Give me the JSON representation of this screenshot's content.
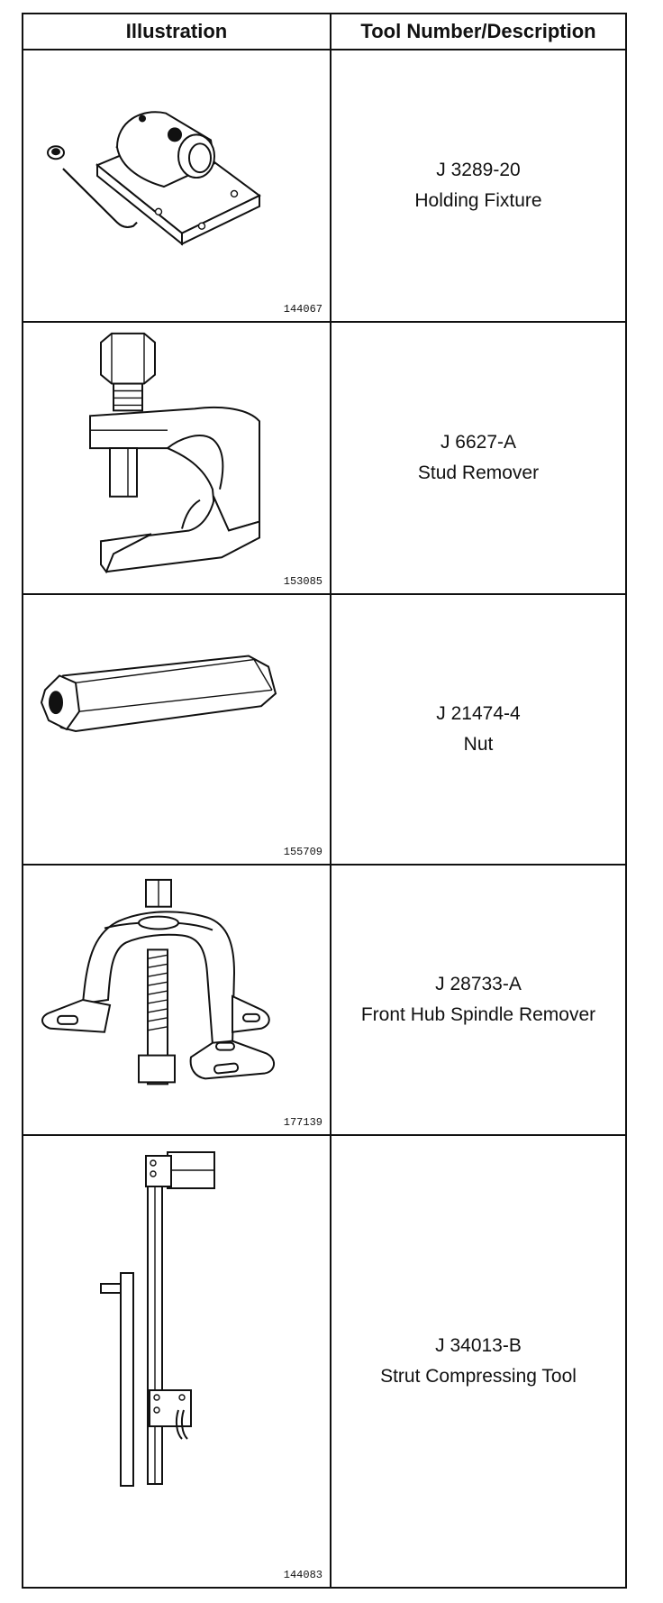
{
  "table": {
    "header": {
      "illustration": "Illustration",
      "description": "Tool Number/Description"
    },
    "rows": [
      {
        "figure_number": "144067",
        "tool_number": "J 3289-20",
        "description": "Holding Fixture",
        "icon": "holding-fixture-illustration"
      },
      {
        "figure_number": "153085",
        "tool_number": "J 6627-A",
        "description": "Stud Remover",
        "icon": "stud-remover-illustration"
      },
      {
        "figure_number": "155709",
        "tool_number": "J 21474-4",
        "description": "Nut",
        "icon": "hex-nut-illustration"
      },
      {
        "figure_number": "177139",
        "tool_number": "J 28733-A",
        "description": "Front Hub Spindle Remover",
        "icon": "hub-spindle-remover-illustration"
      },
      {
        "figure_number": "144083",
        "tool_number": "J 34013-B",
        "description": "Strut Compressing Tool",
        "icon": "strut-compressor-illustration"
      }
    ]
  }
}
